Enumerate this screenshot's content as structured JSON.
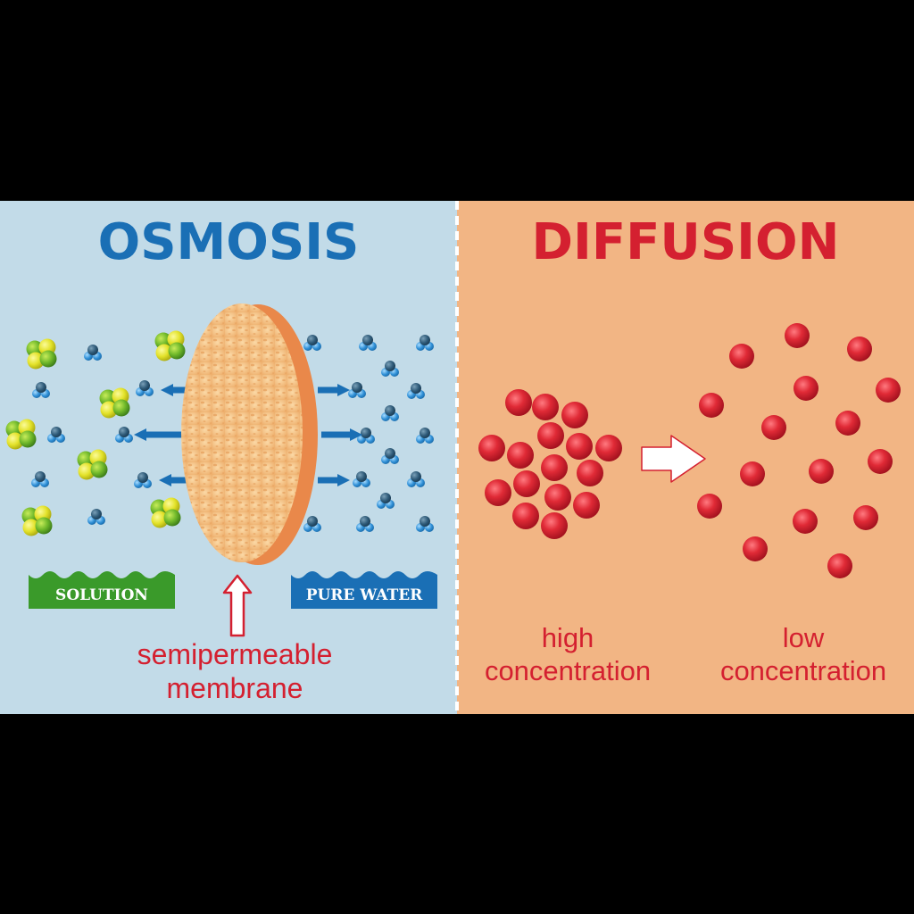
{
  "osmosis": {
    "title": "OSMOSIS",
    "solution_label": "SOLUTION",
    "pure_water_label": "PURE WATER",
    "membrane_line1": "semipermeable",
    "membrane_line2": "membrane"
  },
  "diffusion": {
    "title": "DIFFUSION",
    "high_line1": "high",
    "high_line2": "concentration",
    "low_line1": "low",
    "low_line2": "concentration"
  },
  "colors": {
    "osmosis_bg": "#c2dbe8",
    "diffusion_bg": "#f2b584",
    "osmosis_title": "#1a6fb5",
    "diffusion_title": "#d42030",
    "solution_band": "#3a9a2a",
    "pure_water_band": "#1a6fb5",
    "caption_red": "#d42030",
    "particle_red": "#d42030",
    "membrane": "#f0b070"
  }
}
